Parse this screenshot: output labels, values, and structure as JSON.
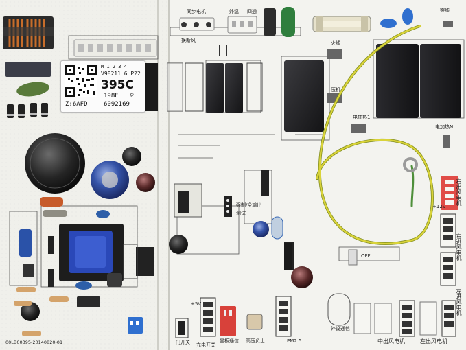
{
  "sticker": {
    "line1": "M 1 2 3 4",
    "line2": "V98211 6 P22",
    "model": "395C",
    "code1": "198E",
    "code2": "6092169",
    "batch": "Z:6AFD",
    "mark": "©"
  },
  "labels": {
    "sync_motor": "同步电机",
    "outer_unit": "外温",
    "fan": "四通",
    "ventilation": "换新风",
    "fire_line": "火线",
    "compressor": "压机",
    "aux_heat1": "电加热1",
    "aux_heat2": "电加热N",
    "zero_line": "零线",
    "test_label": "测试",
    "force_label": "强制/全输出",
    "bottom_code": "00LB00395-20140820-01",
    "door_switch": "门开关",
    "charge_switch": "充电开关",
    "display_comm": "显板通信",
    "high_pressure": "高压负士",
    "pm25": "PM2.5",
    "external_comm": "外设通信",
    "mid_fan": "中出风电机",
    "left_fan": "左出风电机",
    "right_fan_rear": "右出风电机",
    "right_fan_in": "右进风电机",
    "left_fan_in": "左进风电机",
    "off_label": "OFF",
    "nine_v": "+12V",
    "five_v": "+5V"
  },
  "icons": [
    "transformer",
    "capacitor",
    "relay",
    "fuse",
    "connector",
    "ground-wire"
  ]
}
